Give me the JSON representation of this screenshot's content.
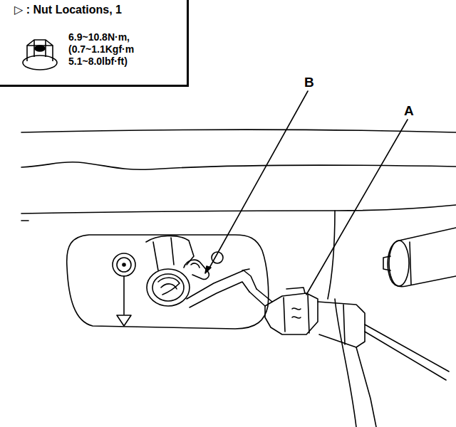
{
  "diagram": {
    "nodes": [
      {
        "text": [
          "▷ : Nut Locations, 1",
          "6.9~10.8N·m, (0.7~1.1Kgf·m 5.1~8.0lbf·ft)"
        ]
      }
    ],
    "labels": [
      "B",
      "A"
    ]
  }
}
